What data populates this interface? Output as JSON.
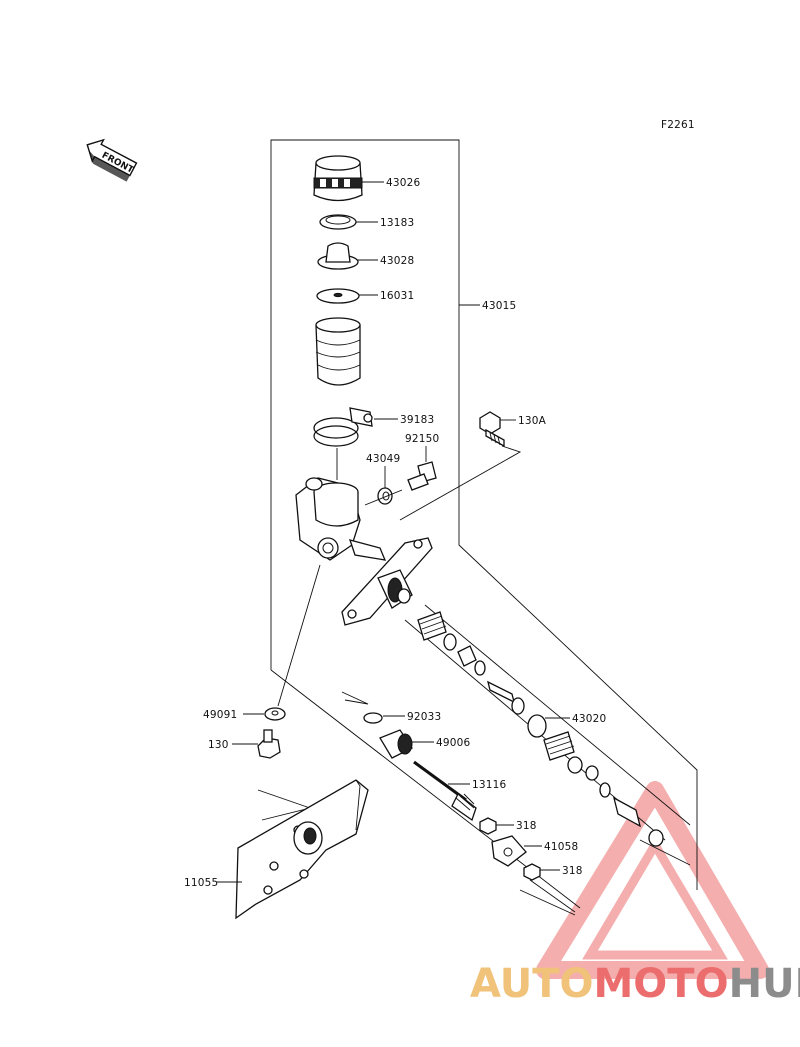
{
  "figure_code": "F2261",
  "front_label": "FRONT",
  "parts": {
    "p43026": "43026",
    "p13183": "13183",
    "p43028": "43028",
    "p16031": "16031",
    "p43015": "43015",
    "p39183": "39183",
    "p130A": "130A",
    "p92150": "92150",
    "p43049": "43049",
    "p43020": "43020",
    "p49091": "49091",
    "p92033": "92033",
    "p130": "130",
    "p49006": "49006",
    "p13116": "13116",
    "p318a": "318",
    "p41058": "41058",
    "p318b": "318",
    "p11055": "11055"
  },
  "watermark": {
    "auto": "AUTO",
    "moto": "MOTO",
    "hub": "HUB"
  },
  "colors": {
    "watermark_red": "#ec6d6d",
    "watermark_yellow": "#f0c27a",
    "watermark_gray": "#8c8c8c"
  }
}
